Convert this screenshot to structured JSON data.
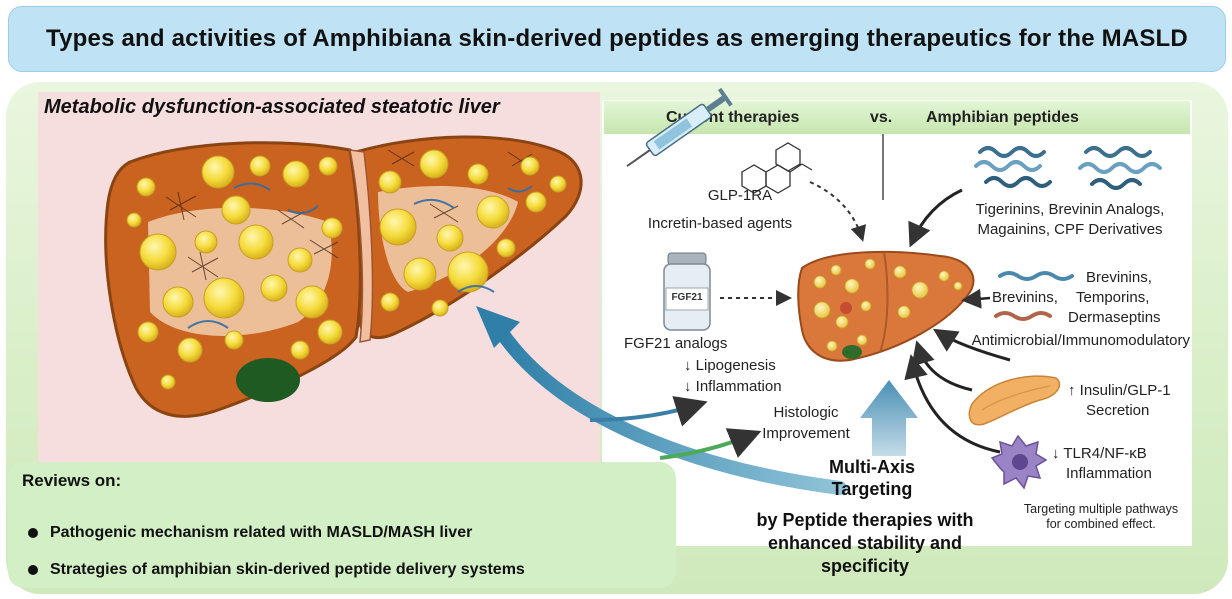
{
  "title": "Types and activities of Amphibiana skin-derived peptides as emerging therapeutics for the MASLD",
  "left_panel": {
    "title": "Metabolic dysfunction-associated steatotic liver"
  },
  "comparison": {
    "left": "Current therapies",
    "vs": "vs.",
    "right": "Amphibian peptides"
  },
  "current_therapies": {
    "glp1_label": "GLP-1RA",
    "glp1_sub": "Incretin-based agents",
    "vial_label": "FGF21",
    "fgf21_label": "FGF21 analogs",
    "effect_lipogenesis": "↓ Lipogenesis",
    "effect_inflammation": "↓ Inflammation",
    "histologic_1": "Histologic",
    "histologic_2": "Improvement"
  },
  "amphibian_peptides": {
    "group1_line1": "Tigerinins, Brevinin Analogs,",
    "group1_line2": "Magainins, CPF Derivatives",
    "brev_left": "Brevinins,",
    "brev_right_1": "Brevinins,",
    "brev_right_2": "Temporins,",
    "brev_right_3": "Dermaseptins",
    "antimicrobial": "Antimicrobial/Immunomodulatory",
    "insulin_1": "↑ Insulin/GLP-1",
    "insulin_2": "Secretion",
    "tlr_1": "↓ TLR4/NF-κB",
    "tlr_2": "Inflammation",
    "targeting_1": "Targeting multiple pathways",
    "targeting_2": "for combined effect."
  },
  "center": {
    "multi_axis_1": "Multi-Axis",
    "multi_axis_2": "Targeting",
    "by_peptide_1": "by Peptide therapies with",
    "by_peptide_2": "enhanced stability and",
    "by_peptide_3": "specificity"
  },
  "reviews": {
    "heading": "Reviews on:",
    "items": [
      "Pathogenic mechanism related with MASLD/MASH liver",
      "Strategies of amphibian skin-derived peptide delivery systems"
    ]
  },
  "colors": {
    "title_bg": "#bfe3f5",
    "panel_green": "#d9efc8",
    "liver_brown": "#c8601e",
    "fat_yellow": "#f5dc3c",
    "arrow_blue": "#3f86a8"
  }
}
